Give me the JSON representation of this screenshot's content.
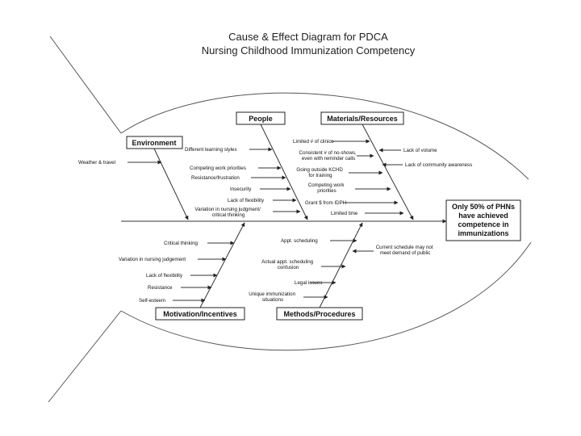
{
  "title_line1": "Cause & Effect Diagram for PDCA",
  "title_line2": "Nursing Childhood Immunization Competency",
  "effect": [
    "Only 50% of PHNs",
    "have achieved",
    "competence in",
    "immunizations"
  ],
  "categories": {
    "environment": "Environment",
    "people": "People",
    "materials": "Materials/Resources",
    "motivation": "Motivation/Incentives",
    "methods": "Methods/Procedures"
  },
  "causes": {
    "environment": [
      "Weather & travel"
    ],
    "people": [
      "Different learning styles",
      "Competing work priorities",
      "Resistance/frustration",
      "Insecurity",
      "Lack of flexibility",
      "Variation in nursing judgment/ critical thinking"
    ],
    "materials": [
      "Limited # of clinics",
      "Consistent # of no-shows, even with reminder calls",
      "Going outside KCHD for training",
      "Competing work priorities",
      "Grant $ from IDPH",
      "Limited time"
    ],
    "materials_sub": [
      "Lack of volume",
      "Lack of community awareness"
    ],
    "motivation": [
      "Critical thinking",
      "Variation in nursing judgement",
      "Lack of flexibility",
      "Resistance",
      "Self-esteem"
    ],
    "methods": [
      "Appt. scheduling",
      "Actual appt. scheduling confusion",
      "Legal issues",
      "Unique immunization situations"
    ],
    "methods_sub": [
      "Current schedule may not meet demand of public"
    ]
  }
}
